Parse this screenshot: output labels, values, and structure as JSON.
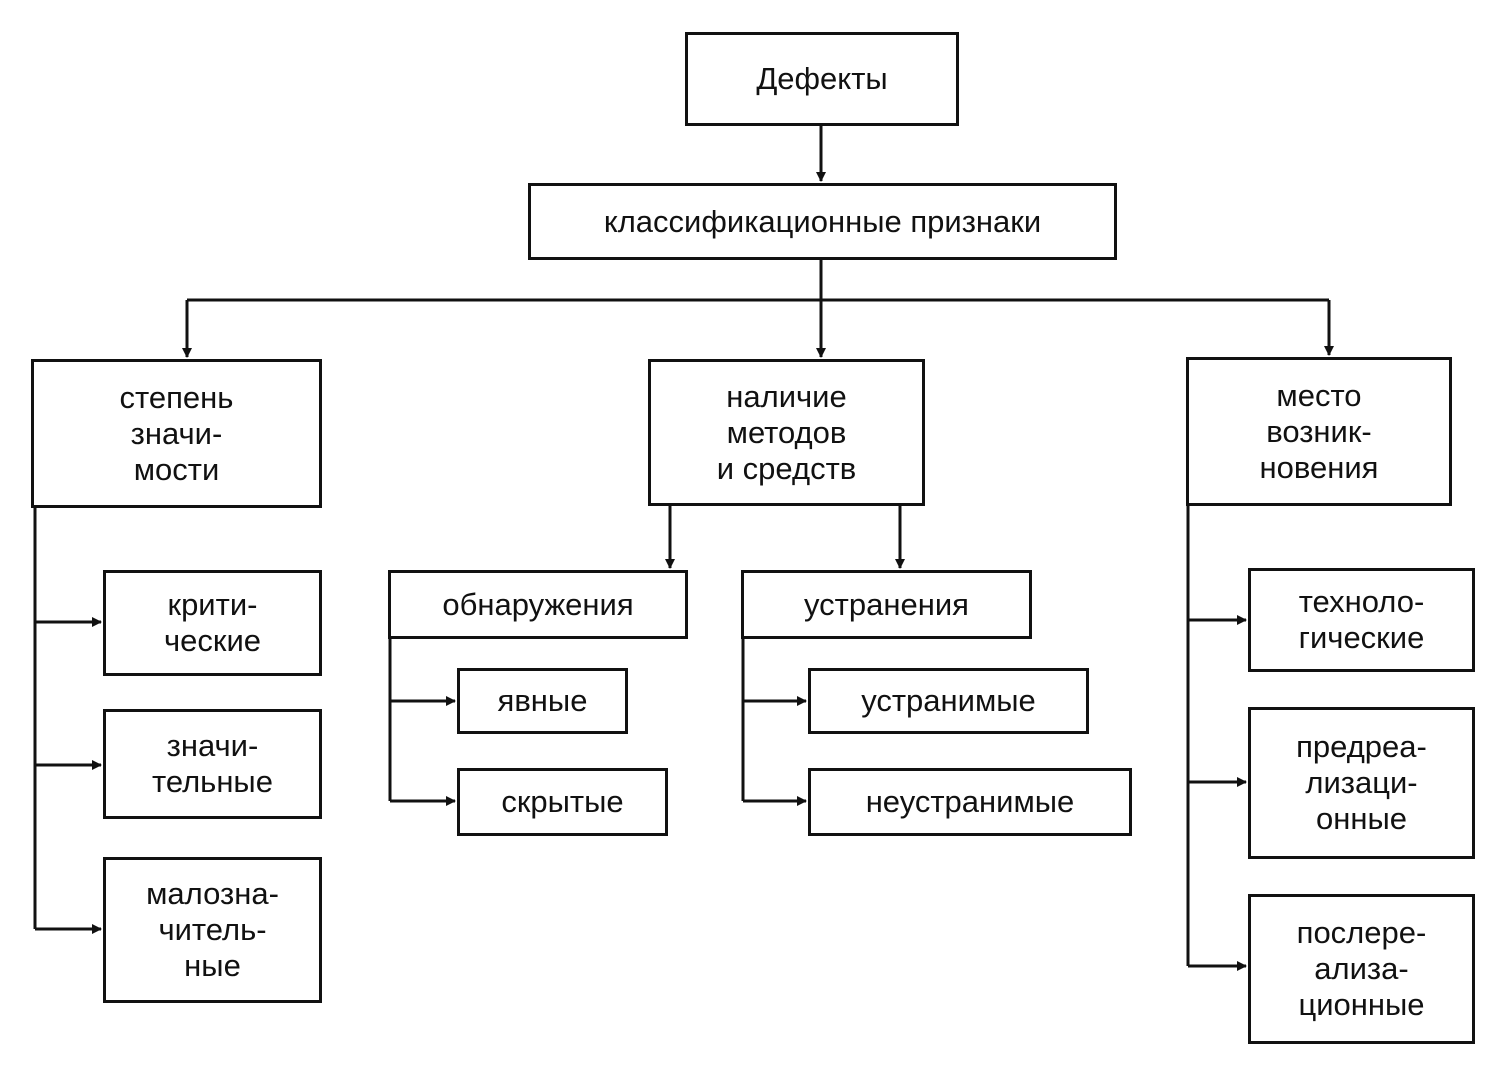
{
  "diagram": {
    "root": {
      "label": "Дефекты"
    },
    "criteria": {
      "label": "классификационные признаки"
    },
    "categories": [
      {
        "label": "степень\nзначи-\nмости",
        "items": [
          {
            "label": "крити-\nческие"
          },
          {
            "label": "значи-\nтельные"
          },
          {
            "label": "малозна-\nчитель-\nные"
          }
        ]
      },
      {
        "label": "наличие\nметодов\nи средств",
        "subgroups": [
          {
            "label": "обнаружения",
            "items": [
              {
                "label": "явные"
              },
              {
                "label": "скрытые"
              }
            ]
          },
          {
            "label": "устранения",
            "items": [
              {
                "label": "устранимые"
              },
              {
                "label": "неустранимые"
              }
            ]
          }
        ]
      },
      {
        "label": "место\nвозник-\nновения",
        "items": [
          {
            "label": "техноло-\nгические"
          },
          {
            "label": "предреа-\nлизаци-\nонные"
          },
          {
            "label": "послере-\nализа-\nционные"
          }
        ]
      }
    ]
  },
  "colors": {
    "line": "#111111",
    "background": "#ffffff"
  }
}
